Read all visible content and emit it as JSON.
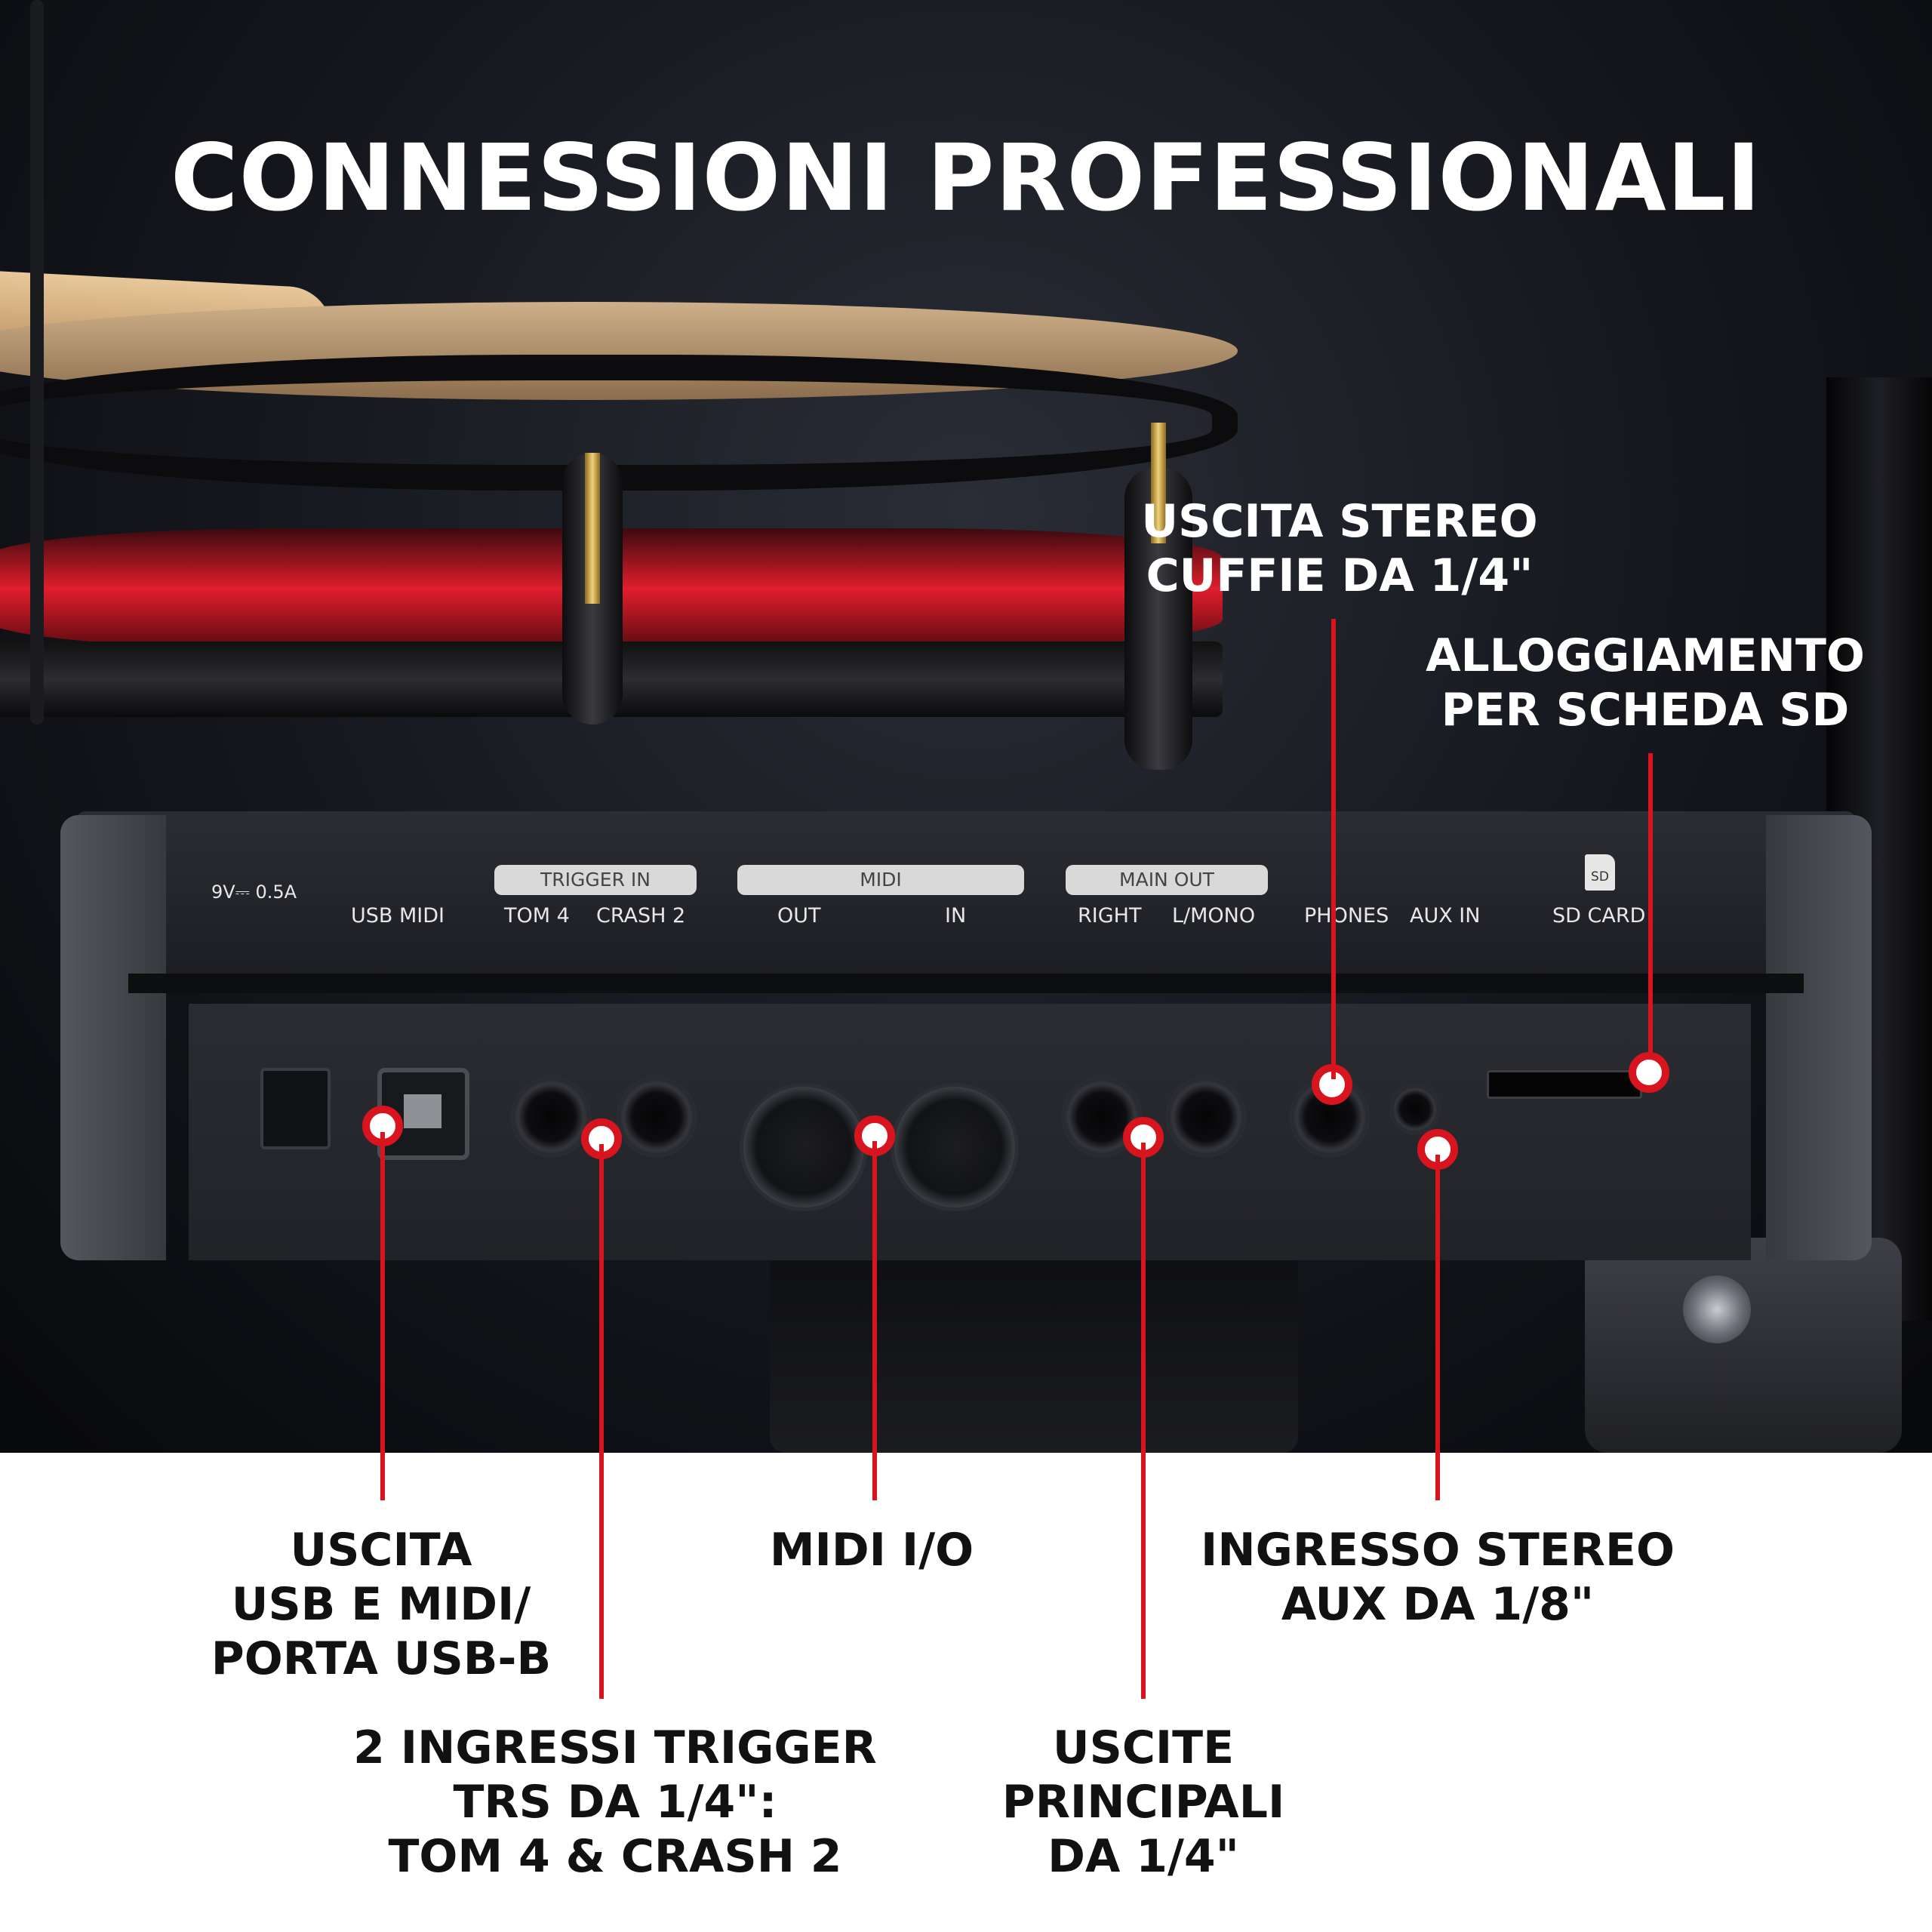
{
  "title": "CONNESSIONI PROFESSIONALI",
  "panel": {
    "power_label": "9V⎓ 0.5A",
    "usb_label": "USB MIDI",
    "trigger_group": "TRIGGER IN",
    "trigger_labels": [
      "TOM 4",
      "CRASH 2"
    ],
    "midi_group": "MIDI",
    "midi_labels": [
      "OUT",
      "IN"
    ],
    "main_out_group": "MAIN OUT",
    "main_out_labels": [
      "RIGHT",
      "L/MONO"
    ],
    "phones_label": "PHONES",
    "aux_label": "AUX IN",
    "sd_label": "SD CARD",
    "sd_icon_text": "SD"
  },
  "callouts": {
    "headphones": [
      "USCITA STEREO",
      "CUFFIE DA 1/4\""
    ],
    "sd_slot": [
      "ALLOGGIAMENTO",
      "PER SCHEDA SD"
    ],
    "usb": [
      "USCITA",
      "USB E MIDI/",
      "PORTA USB-B"
    ],
    "midi_io": [
      "MIDI I/O"
    ],
    "aux_in": [
      "INGRESSO STEREO",
      "AUX DA 1/8\""
    ],
    "trigger": [
      "2 INGRESSI TRIGGER",
      "TRS DA 1/4\":",
      "TOM 4 & CRASH 2"
    ],
    "main_out": [
      "USCITE",
      "PRINCIPALI",
      "DA 1/4\""
    ]
  },
  "colors": {
    "accent": "#d8141e",
    "text_light": "#ffffff",
    "text_dark": "#111111"
  }
}
